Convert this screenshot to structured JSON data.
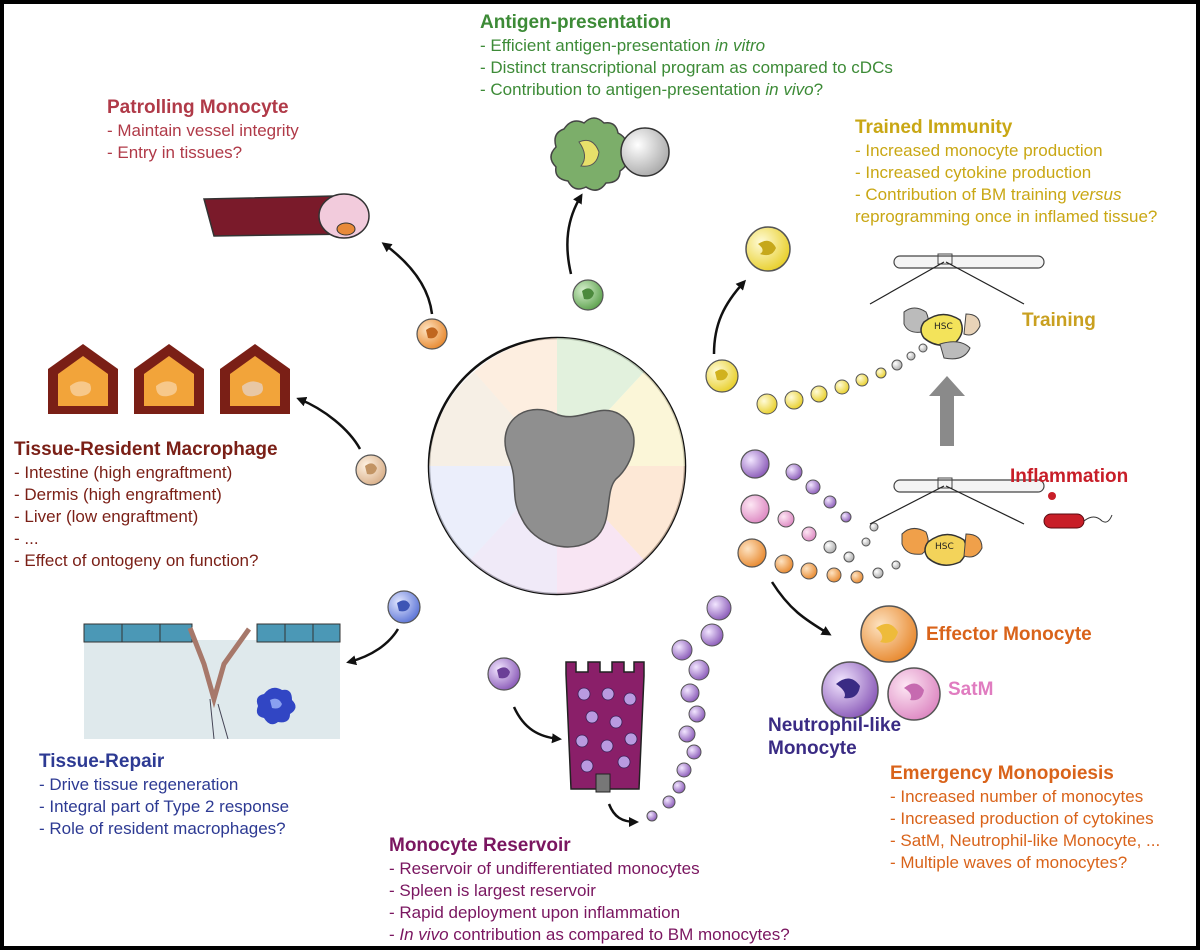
{
  "colors": {
    "patrolling": "#b03a48",
    "antigen": "#3d8b37",
    "trained": "#c9a714",
    "training": "#c9a020",
    "inflammation": "#c81e28",
    "tissue_resident": "#7a1f16",
    "tissue_repair": "#2d3a93",
    "reservoir": "#7a1660",
    "emergency": "#d9631a",
    "effector": "#d9631a",
    "satm": "#e07cc0",
    "neutrophil": "#3a2b84"
  },
  "patrolling": {
    "title": "Patrolling Monocyte",
    "items": [
      "- Maintain vessel integrity",
      "- Entry in tissues?"
    ]
  },
  "antigen": {
    "title": "Antigen-presentation",
    "item1_prefix": "- Efficient antigen-presentation ",
    "item1_italic": "in vitro",
    "item2": "- Distinct transcriptional program as compared to cDCs",
    "item3_prefix": "- Contribution to antigen-presentation ",
    "item3_italic": "in vivo",
    "item3_suffix": "?"
  },
  "trained": {
    "title": "Trained Immunity",
    "item1": "- Increased monocyte production",
    "item2": "- Increased cytokine production",
    "item3_prefix": "- Contribution of BM training ",
    "item3_italic": "versus",
    "item4": "reprogramming once in inflamed tissue?"
  },
  "labels": {
    "training": "Training",
    "inflammation": "Inflammation",
    "hsc_top": "HSC",
    "hsc_bottom": "HSC",
    "effector": "Effector Monocyte",
    "satm": "SatM",
    "neutrophil_line1": "Neutrophil-like",
    "neutrophil_line2": "Monocyte"
  },
  "tissue_resident": {
    "title": "Tissue-Resident Macrophage",
    "items": [
      "- Intestine (high engraftment)",
      "- Dermis (high engraftment)",
      "- Liver (low engraftment)",
      "- ...",
      "- Effect of ontogeny on function?"
    ]
  },
  "tissue_repair": {
    "title": "Tissue-Repair",
    "items": [
      "- Drive tissue regeneration",
      "- Integral part of Type 2 response",
      "- Role of resident macrophages?"
    ]
  },
  "reservoir": {
    "title": "Monocyte Reservoir",
    "items": [
      "- Reservoir of undifferentiated monocytes",
      "- Spleen is largest reservoir",
      "- Rapid deployment upon inflammation"
    ],
    "item4_italic": "In vivo",
    "item4_suffix": " contribution as compared to BM monocytes?"
  },
  "emergency": {
    "title": "Emergency Monopoiesis",
    "items": [
      "- Increased number of monocytes",
      "- Increased production of cytokines",
      "- SatM, Neutrophil-like Monocyte, ...",
      "- Multiple waves of monocytes?"
    ]
  }
}
